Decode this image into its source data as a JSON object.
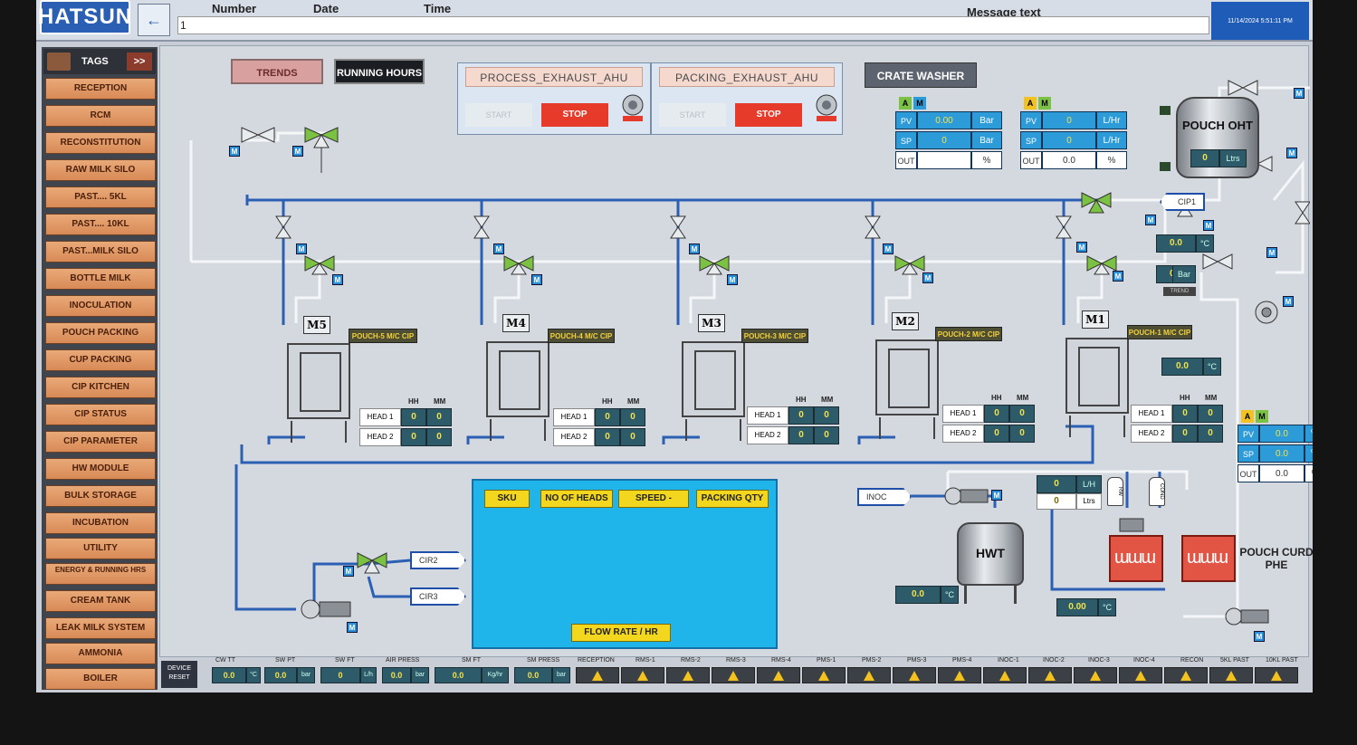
{
  "header": {
    "logo": "HATSUN",
    "alarm_table": {
      "col_number": "Number",
      "col_date": "Date",
      "col_time": "Time",
      "col_message": "Message text",
      "row_number": "1"
    },
    "clock": "11/14/2024 5:51:11 PM"
  },
  "sidebar": {
    "tags_label": "TAGS",
    "more_label": ">>",
    "items": [
      "RECEPTION",
      "RCM",
      "RECONSTITUTION",
      "RAW MILK SILO",
      "PAST.... 5KL",
      "PAST.... 10KL",
      "PAST...MILK SILO",
      "BOTTLE MILK",
      "INOCULATION",
      "POUCH PACKING",
      "CUP PACKING",
      "CIP KITCHEN",
      "CIP STATUS",
      "CIP PARAMETER",
      "HW MODULE",
      "BULK STORAGE",
      "INCUBATION",
      "UTILITY",
      "ENERGY & RUNNING HRS",
      "CREAM TANK",
      "LEAK MILK SYSTEM",
      "AMMONIA",
      "BOILER"
    ]
  },
  "toolbar": {
    "trends_label": "TRENDS",
    "running_hours_label": "RUNNING HOURS",
    "crate_washer_label": "CRATE WASHER"
  },
  "ahu": [
    {
      "title": "PROCESS_EXHAUST_AHU",
      "start_label": "START",
      "stop_label": "STOP"
    },
    {
      "title": "PACKING_EXHAUST_AHU",
      "start_label": "START",
      "stop_label": "STOP"
    }
  ],
  "pid_pressure": {
    "a": "A",
    "m": "M",
    "pv_label": "PV",
    "pv_value": "0.00",
    "pv_unit": "Bar",
    "sp_label": "SP",
    "sp_value": "0",
    "sp_unit": "Bar",
    "out_label": "OUT",
    "out_value": "",
    "out_unit": "%"
  },
  "pid_flow": {
    "a": "A",
    "m": "M",
    "pv_label": "PV",
    "pv_value": "0",
    "pv_unit": "L/Hr",
    "sp_label": "SP",
    "sp_value": "0",
    "sp_unit": "L/Hr",
    "out_label": "OUT",
    "out_value": "0.0",
    "out_unit": "%"
  },
  "pid_temp": {
    "a": "A",
    "m": "M",
    "pv_label": "PV",
    "pv_value": "0.0",
    "pv_unit": "°C",
    "sp_label": "SP",
    "sp_value": "0.0",
    "sp_unit": "°C",
    "out_label": "OUT",
    "out_value": "0.0",
    "out_unit": "%"
  },
  "pouch_oht": {
    "label": "POUCH OHT",
    "level": "0",
    "level_unit": "Ltrs"
  },
  "cip_tag": "CIP1",
  "oht_readings": {
    "temp_value": "0.0",
    "temp_unit": "°C",
    "press_value": "0.0",
    "press_unit": "Bar",
    "trend_label": "TREND",
    "temp2_value": "0.0",
    "temp2_unit": "°C"
  },
  "machines": [
    {
      "label": "M5",
      "cip": "POUCH-5 M/C CIP",
      "head1": "HEAD 1",
      "head2": "HEAD 2",
      "hh": "HH",
      "mm": "MM",
      "h1hh": "0",
      "h1mm": "0",
      "h2hh": "0",
      "h2mm": "0"
    },
    {
      "label": "M4",
      "cip": "POUCH-4 M/C CIP",
      "head1": "HEAD 1",
      "head2": "HEAD 2",
      "hh": "HH",
      "mm": "MM",
      "h1hh": "0",
      "h1mm": "0",
      "h2hh": "0",
      "h2mm": "0"
    },
    {
      "label": "M3",
      "cip": "POUCH-3 M/C CIP",
      "head1": "HEAD 1",
      "head2": "HEAD 2",
      "hh": "HH",
      "mm": "MM",
      "h1hh": "0",
      "h1mm": "0",
      "h2hh": "0",
      "h2mm": "0"
    },
    {
      "label": "M2",
      "cip": "POUCH-2 M/C CIP",
      "head1": "HEAD 1",
      "head2": "HEAD 2",
      "hh": "HH",
      "mm": "MM",
      "h1hh": "0",
      "h1mm": "0",
      "h2hh": "0",
      "h2mm": "0"
    },
    {
      "label": "M1",
      "cip": "POUCH-1 M/C CIP",
      "head1": "HEAD 1",
      "head2": "HEAD 2",
      "hh": "HH",
      "mm": "MM",
      "h1hh": "0",
      "h1mm": "0",
      "h2hh": "0",
      "h2mm": "0"
    }
  ],
  "packing_panel": {
    "sku": "SKU",
    "no_of_heads": "NO OF HEADS",
    "speed": "SPEED -",
    "packing_qty": "PACKING QTY",
    "flow_rate": "FLOW RATE / HR"
  },
  "returns": {
    "cir2": "CIR2",
    "cir3": "CIR3"
  },
  "hwt": {
    "inoc": "INOC",
    "label": "HWT",
    "flow_value": "0",
    "flow_unit": "L/H",
    "total_value": "0",
    "total_unit": "Ltrs",
    "hwt_temp": "0.0",
    "hwt_temp_unit": "°C",
    "out_temp": "0.00",
    "out_temp_unit": "°C",
    "phe_label": "POUCH CURD PHE",
    "rw_label": "RW",
    "cond_label": "COND"
  },
  "bottom": {
    "device_reset": "DEVICE RESET",
    "readings": [
      {
        "label": "CW TT",
        "value": "0.0",
        "unit": "°C"
      },
      {
        "label": "SW PT",
        "value": "0.0",
        "unit": "bar"
      },
      {
        "label": "SW FT",
        "value": "0",
        "unit": "L/h"
      },
      {
        "label": "AIR PRESS",
        "value": "0.0",
        "unit": "bar"
      },
      {
        "label": "SM FT",
        "value": "0.0",
        "unit": "Kg/hr"
      },
      {
        "label": "SM PRESS",
        "value": "0.0",
        "unit": "bar"
      }
    ],
    "alarms": [
      "RECEPTION",
      "RMS-1",
      "RMS-2",
      "RMS-3",
      "RMS-4",
      "PMS-1",
      "PMS-2",
      "PMS-3",
      "PMS-4",
      "INOC-1",
      "INOC-2",
      "INOC-3",
      "INOC-4",
      "RECON",
      "5KL PAST",
      "10KL PAST"
    ]
  },
  "colors": {
    "sidebar_button": "#e09866",
    "stop_button": "#e63b2a",
    "pid_blue": "#2d9bd8",
    "value_yellow": "#f3e24a",
    "valve_green": "#7cc242",
    "packing_panel": "#1fb4ea"
  }
}
